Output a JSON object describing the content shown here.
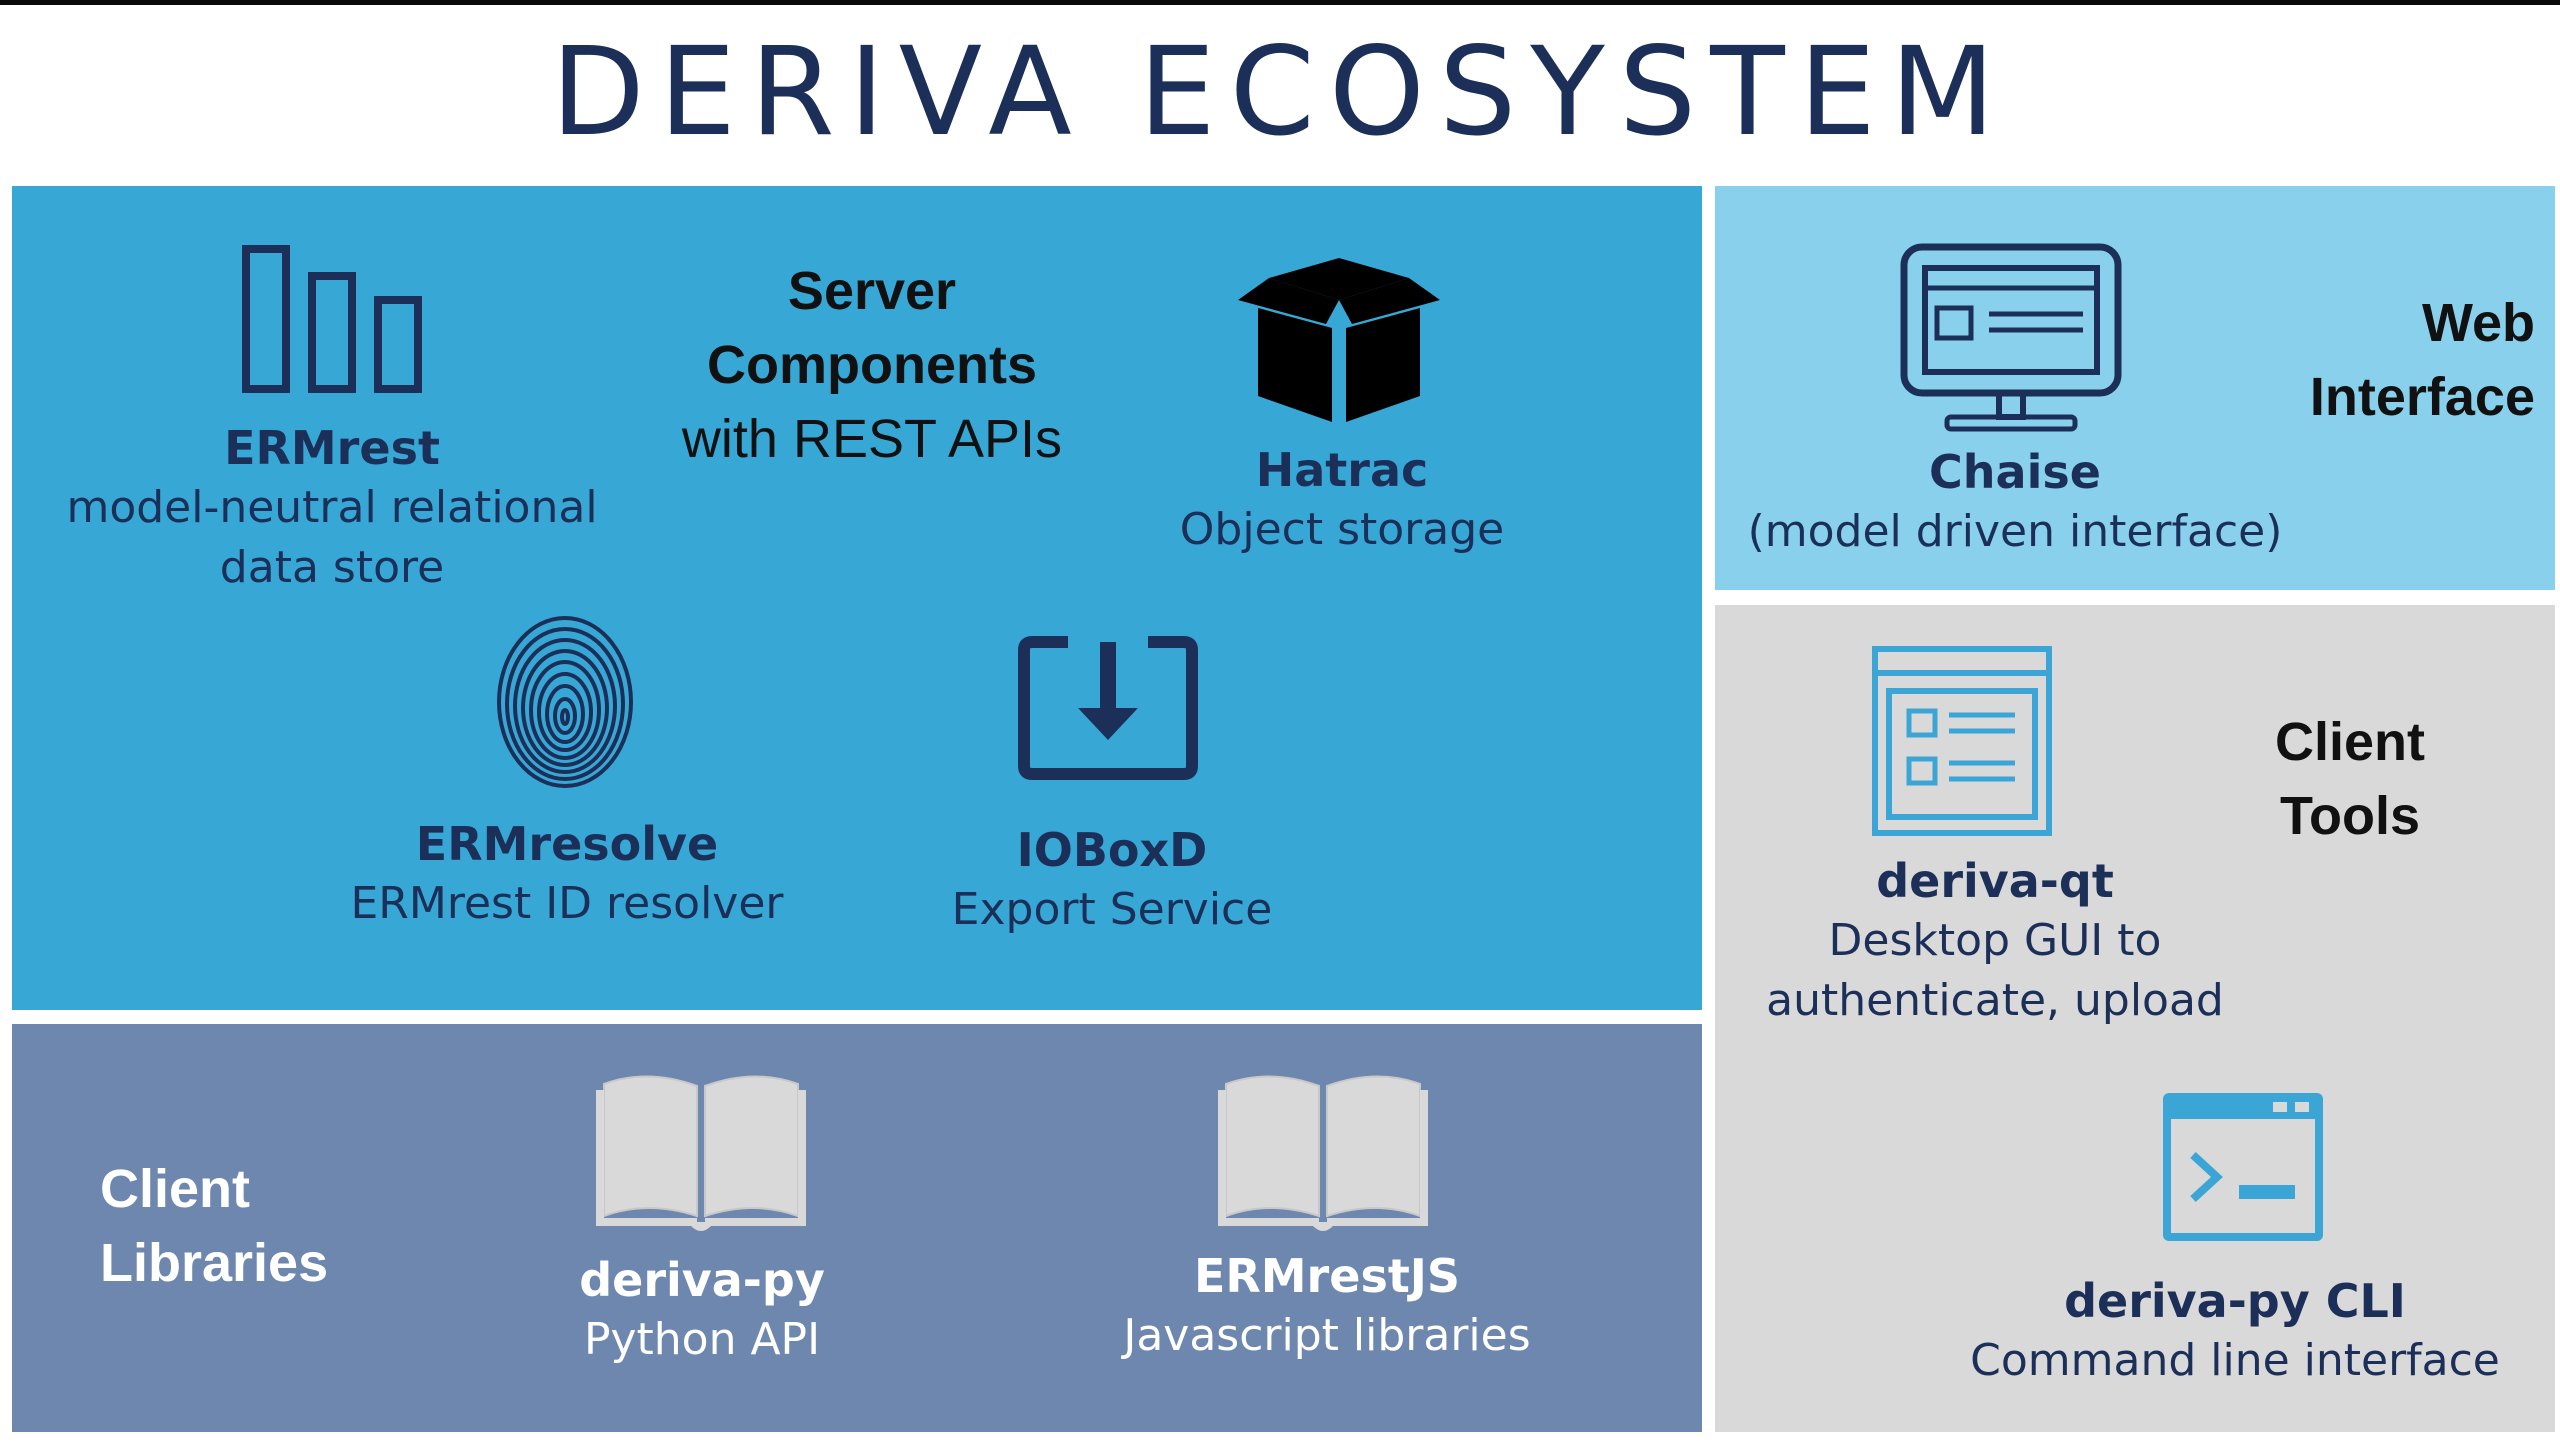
{
  "title": "DERIVA ECOSYSTEM",
  "server": {
    "heading_line1": "Server",
    "heading_line2": "Components",
    "heading_line3": "with REST APIs",
    "ermrest": {
      "name": "ERMrest",
      "desc1": "model-neutral relational",
      "desc2": "data store",
      "icon": "bar-chart-icon"
    },
    "hatrac": {
      "name": "Hatrac",
      "desc": "Object storage",
      "icon": "box-icon"
    },
    "ermresolve": {
      "name": "ERMresolve",
      "desc": "ERMrest ID resolver",
      "icon": "fingerprint-icon"
    },
    "ioboxd": {
      "name": "IOBoxD",
      "desc": "Export Service",
      "icon": "download-tray-icon"
    }
  },
  "web": {
    "heading_line1": "Web",
    "heading_line2": "Interface",
    "chaise": {
      "name": "Chaise",
      "desc": "(model driven interface)",
      "icon": "monitor-icon"
    }
  },
  "tools": {
    "heading_line1": "Client",
    "heading_line2": "Tools",
    "deriva_qt": {
      "name": "deriva-qt",
      "desc1": "Desktop GUI to",
      "desc2": "authenticate, upload",
      "icon": "form-window-icon"
    },
    "cli": {
      "name": "deriva-py CLI",
      "desc": "Command line interface",
      "icon": "terminal-icon"
    }
  },
  "libs": {
    "heading_line1": "Client",
    "heading_line2": "Libraries",
    "deriva_py": {
      "name": "deriva-py",
      "desc": "Python API",
      "icon": "open-book-icon"
    },
    "ermrestjs": {
      "name": "ERMrestJS",
      "desc": "Javascript libraries",
      "icon": "open-book-icon"
    }
  },
  "colors": {
    "server_bg": "#37a8d5",
    "web_bg": "#88d0ec",
    "tools_bg": "#d9d9d9",
    "libs_bg": "#6e87ae",
    "navy": "#1b2f58"
  }
}
